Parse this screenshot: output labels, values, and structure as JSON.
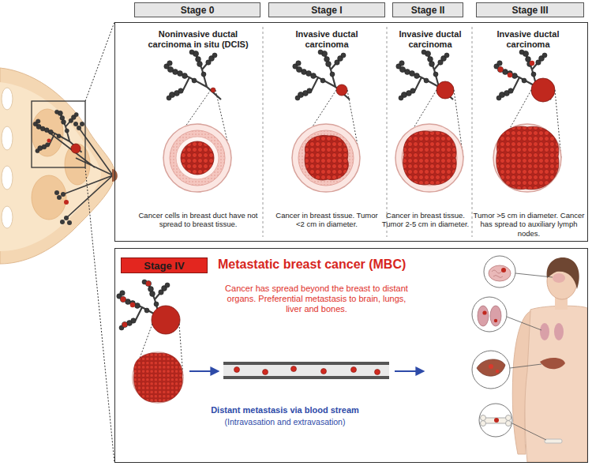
{
  "diagram": {
    "nodes": [
      {
        "text": [
          "Stage 0"
        ]
      },
      {
        "text": [
          "Stage I"
        ]
      },
      {
        "text": [
          "Stage II"
        ]
      },
      {
        "text": [
          "Stage III"
        ]
      },
      {
        "text": [
          "Noninvasive ductal carcinoma in situ (DCIS)",
          "Cancer cells in breast duct have not spread to breast tissue.",
          "Invasive ductal carcinoma",
          "Cancer in breast tissue. Tumor <2 cm in diameter.",
          "Invasive ductal carcinoma",
          "Cancer in breast tissue. Tumor 2-5 cm in diameter.",
          "Invasive ductal carcinoma",
          "Tumor >5 cm in diameter. Cancer has spread to auxiliary lymph nodes."
        ]
      },
      {
        "text": [
          "Metastatic breast cancer (MBC)",
          "Cancer has spread beyond the breast to distant organs. Preferential metastasis to brain, lungs, liver and bones.",
          "Distant metastasis via blood stream",
          "(Intravasation and extravasation)"
        ]
      },
      {
        "text": [
          "Stage IV"
        ],
        "in": 5
      }
    ]
  }
}
